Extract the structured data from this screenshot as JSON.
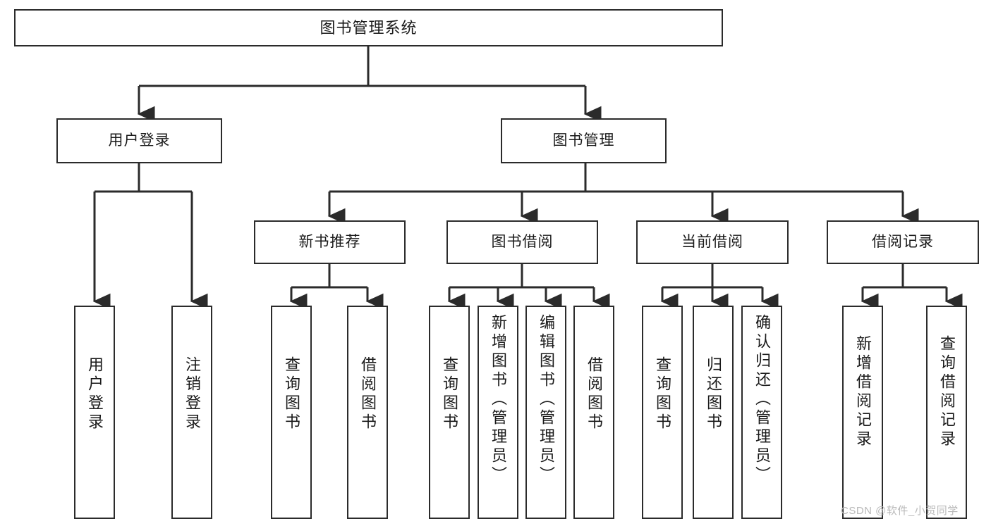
{
  "diagram": {
    "type": "tree",
    "title": "图书管理系统",
    "watermark": "CSDN @软件_小贺同学",
    "colors": {
      "box_border": "#2b2b2b",
      "box_fill": "#ffffff",
      "connector": "#2b2b2b",
      "text": "#1a1a1a",
      "watermark": "#b9b9b9",
      "background": "#ffffff"
    },
    "nodes": {
      "root": {
        "label": "图书管理系统"
      },
      "level2": [
        {
          "id": "user-login",
          "label": "用户登录"
        },
        {
          "id": "book-manage",
          "label": "图书管理"
        }
      ],
      "level3": [
        {
          "id": "new-book-recommend",
          "label": "新书推荐"
        },
        {
          "id": "book-borrow",
          "label": "图书借阅"
        },
        {
          "id": "current-borrow",
          "label": "当前借阅"
        },
        {
          "id": "borrow-record",
          "label": "借阅记录"
        }
      ],
      "leaves": {
        "user_login": [
          {
            "id": "leaf-user-login",
            "label": "用户登录"
          },
          {
            "id": "leaf-logout-login",
            "label": "注销登录"
          }
        ],
        "new_book_recommend": [
          {
            "id": "leaf-query-book-1",
            "label": "查询图书"
          },
          {
            "id": "leaf-borrow-book-1",
            "label": "借阅图书"
          }
        ],
        "book_borrow": [
          {
            "id": "leaf-query-book-2",
            "label": "查询图书"
          },
          {
            "id": "leaf-add-book-admin",
            "label": "新增图书（管理员）"
          },
          {
            "id": "leaf-edit-book-admin",
            "label": "编辑图书（管理员）"
          },
          {
            "id": "leaf-borrow-book-2",
            "label": "借阅图书"
          }
        ],
        "current_borrow": [
          {
            "id": "leaf-query-book-3",
            "label": "查询图书"
          },
          {
            "id": "leaf-return-book",
            "label": "归还图书"
          },
          {
            "id": "leaf-confirm-return-admin",
            "label": "确认归还（管理员）"
          }
        ],
        "borrow_record": [
          {
            "id": "leaf-add-borrow-record",
            "label": "新增借阅记录"
          },
          {
            "id": "leaf-query-borrow-record",
            "label": "查询借阅记录"
          }
        ]
      }
    }
  }
}
